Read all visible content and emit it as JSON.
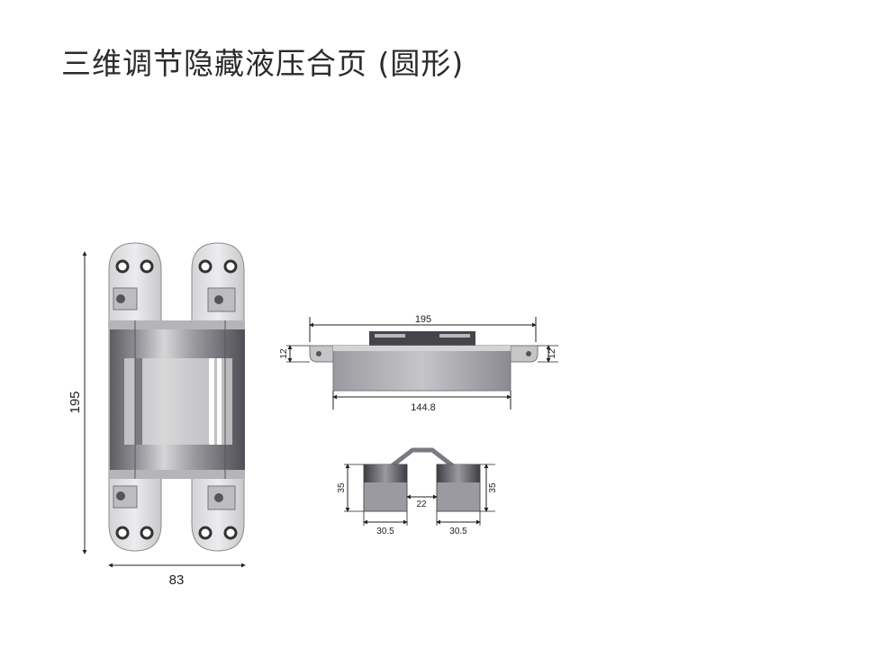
{
  "title": "三维调节隐藏液压合页 (圆形)",
  "front_view": {
    "height_label": "195",
    "width_label": "83"
  },
  "side_view": {
    "overall_length_label": "195",
    "body_length_label": "144.8",
    "left_thickness_label": "12",
    "right_thickness_label": "12"
  },
  "top_view": {
    "left_height_label": "35",
    "right_height_label": "35",
    "gap_label": "22",
    "left_width_label": "30.5",
    "right_width_label": "30.5"
  }
}
